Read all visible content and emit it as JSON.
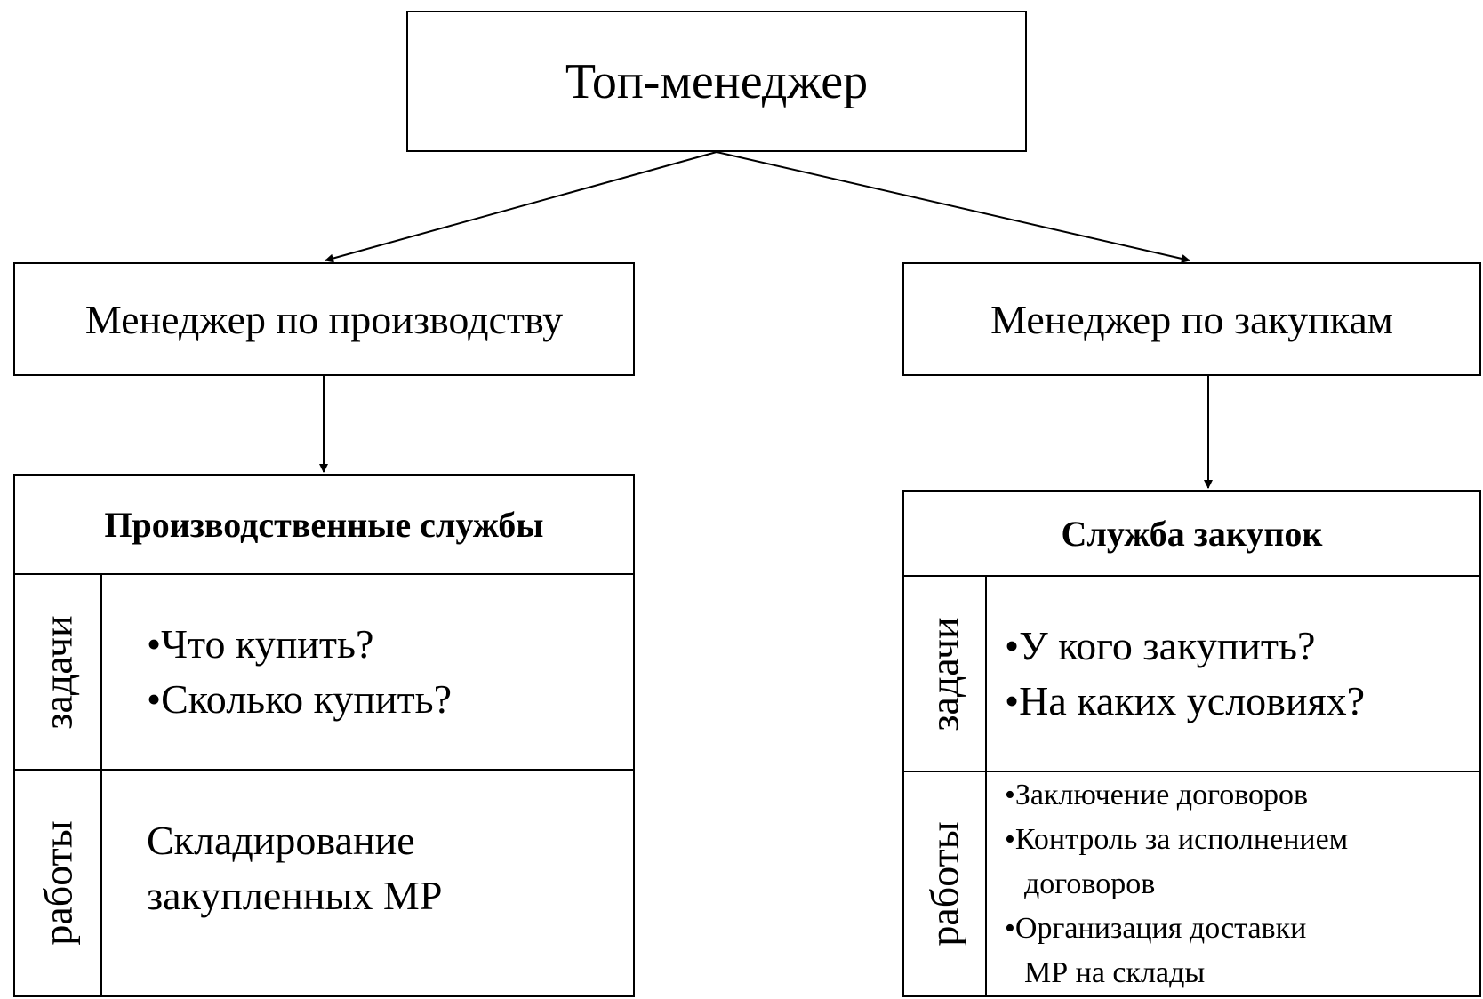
{
  "top_manager": {
    "label": "Топ-менеджер"
  },
  "managers": {
    "production": {
      "label": "Менеджер по производству"
    },
    "purchasing": {
      "label": "Менеджер по закупкам"
    }
  },
  "departments": {
    "production": {
      "title": "Производственные службы",
      "tasks_label": "задачи",
      "tasks": [
        "•Что купить?",
        "•Сколько купить?"
      ],
      "works_label": "работы",
      "works": [
        "Складирование",
        "закупленных МР"
      ]
    },
    "purchasing": {
      "title": "Служба закупок",
      "tasks_label": "задачи",
      "tasks": [
        "•У кого закупить?",
        "•На каких условиях?"
      ],
      "works_label": "работы",
      "works": [
        "•Заключение договоров",
        "•Контроль за исполнением",
        "договоров",
        "•Организация доставки",
        "МР на склады"
      ]
    }
  },
  "colors": {
    "line": "#000000",
    "background": "#ffffff"
  }
}
